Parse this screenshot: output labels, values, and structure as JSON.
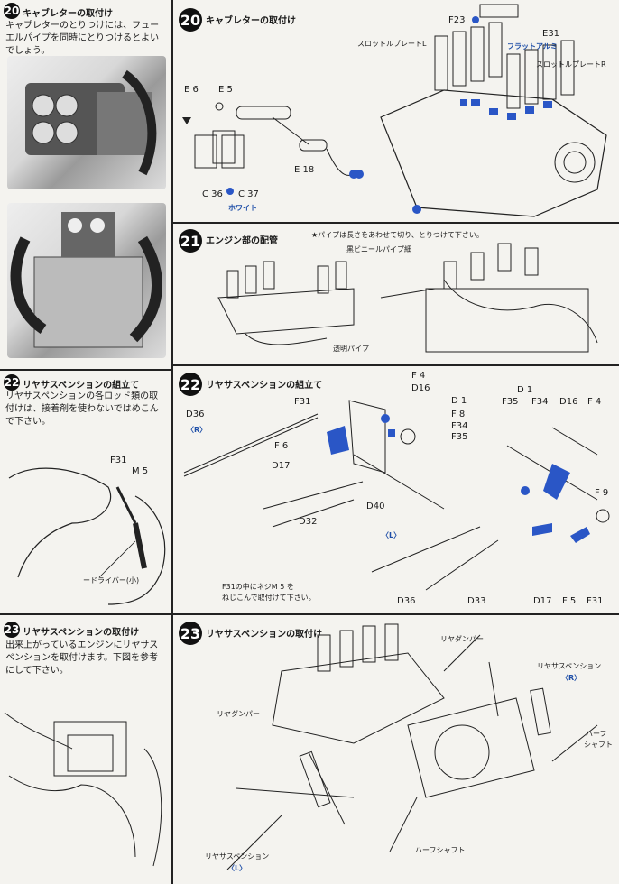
{
  "left_column": {
    "step20": {
      "number": "20",
      "title": "キャブレターの取付け",
      "note_lines": [
        "キャブレターのとりつけには、フュー",
        "エルパイプを同時にとりつけるとよい",
        "でしょう。"
      ]
    },
    "step22": {
      "number": "22",
      "title": "リヤサスペンションの組立て",
      "note_lines": [
        "リヤサスペンションの各ロッド類の取",
        "付けは、接着剤を使わないではめこん",
        "で下さい。"
      ],
      "labels": {
        "f31": "F31",
        "m5": "M 5",
        "driver": "ードライバー(小)"
      }
    },
    "step23": {
      "number": "23",
      "title": "リヤサスペンションの取付け",
      "note_lines": [
        "出来上がっているエンジンにリヤサス",
        "ペンションを取付けます。下図を参考",
        "にして下さい。"
      ]
    }
  },
  "right_column": {
    "step20": {
      "number": "20",
      "title": "キャブレターの取付け",
      "labels": {
        "e6": "E 6",
        "e5": "E 5",
        "e18": "E 18",
        "c36": "C 36",
        "c37": "C 37",
        "white": "ホワイト",
        "f23": "F23",
        "e31": "E31",
        "flat_alumi": "フラットアルミ",
        "throttle_l": "スロットルプレートL",
        "throttle_r": "スロットルプレートR"
      }
    },
    "step21": {
      "number": "21",
      "title": "エンジン部の配管",
      "note": "★パイプは長さをあわせて切り、とりつけて下さい。",
      "labels": {
        "black_pipe": "黒ビニールパイプ細",
        "clear_pipe": "透明パイプ"
      }
    },
    "step22": {
      "number": "22",
      "title": "リヤサスペンションの組立て",
      "labels": {
        "f4": "F 4",
        "d16": "D16",
        "d1": "D 1",
        "f8": "F 8",
        "f34": "F34",
        "f35": "F35",
        "f31": "F31",
        "d36": "D36",
        "r": "〈R〉",
        "f6": "F 6",
        "d17": "D17",
        "d32": "D32",
        "d40": "D40",
        "l": "〈L〉",
        "d33": "D33",
        "r_d1": "D 1",
        "r_f35": "F35",
        "r_f34": "F34",
        "r_d16": "D16",
        "r_f4": "F 4",
        "f9": "F 9",
        "r_d36": "D36",
        "r_d17": "D17",
        "f5": "F 5",
        "r_f31": "F31",
        "note_line1": "F31の中にネジM 5 を",
        "note_line2": "ねじこんで取付けて下さい。"
      }
    },
    "step23": {
      "number": "23",
      "title": "リヤサスペンションの取付け",
      "labels": {
        "damper_top": "リヤダンパー",
        "suspension_r_label": "リヤサスペンション",
        "r_tag": "〈R〉",
        "damper_left": "リヤダンパー",
        "halfshaft_r_1": "ハーフ",
        "halfshaft_r_2": "シャフト",
        "suspension_l_label": "リヤサスペンション",
        "l_tag": "〈L〉",
        "halfshaft_bottom": "ハーフシャフト"
      }
    }
  },
  "colors": {
    "accent_blue": "#2a56c6",
    "ink": "#1a1a1a",
    "paper": "#f4f3ef"
  }
}
